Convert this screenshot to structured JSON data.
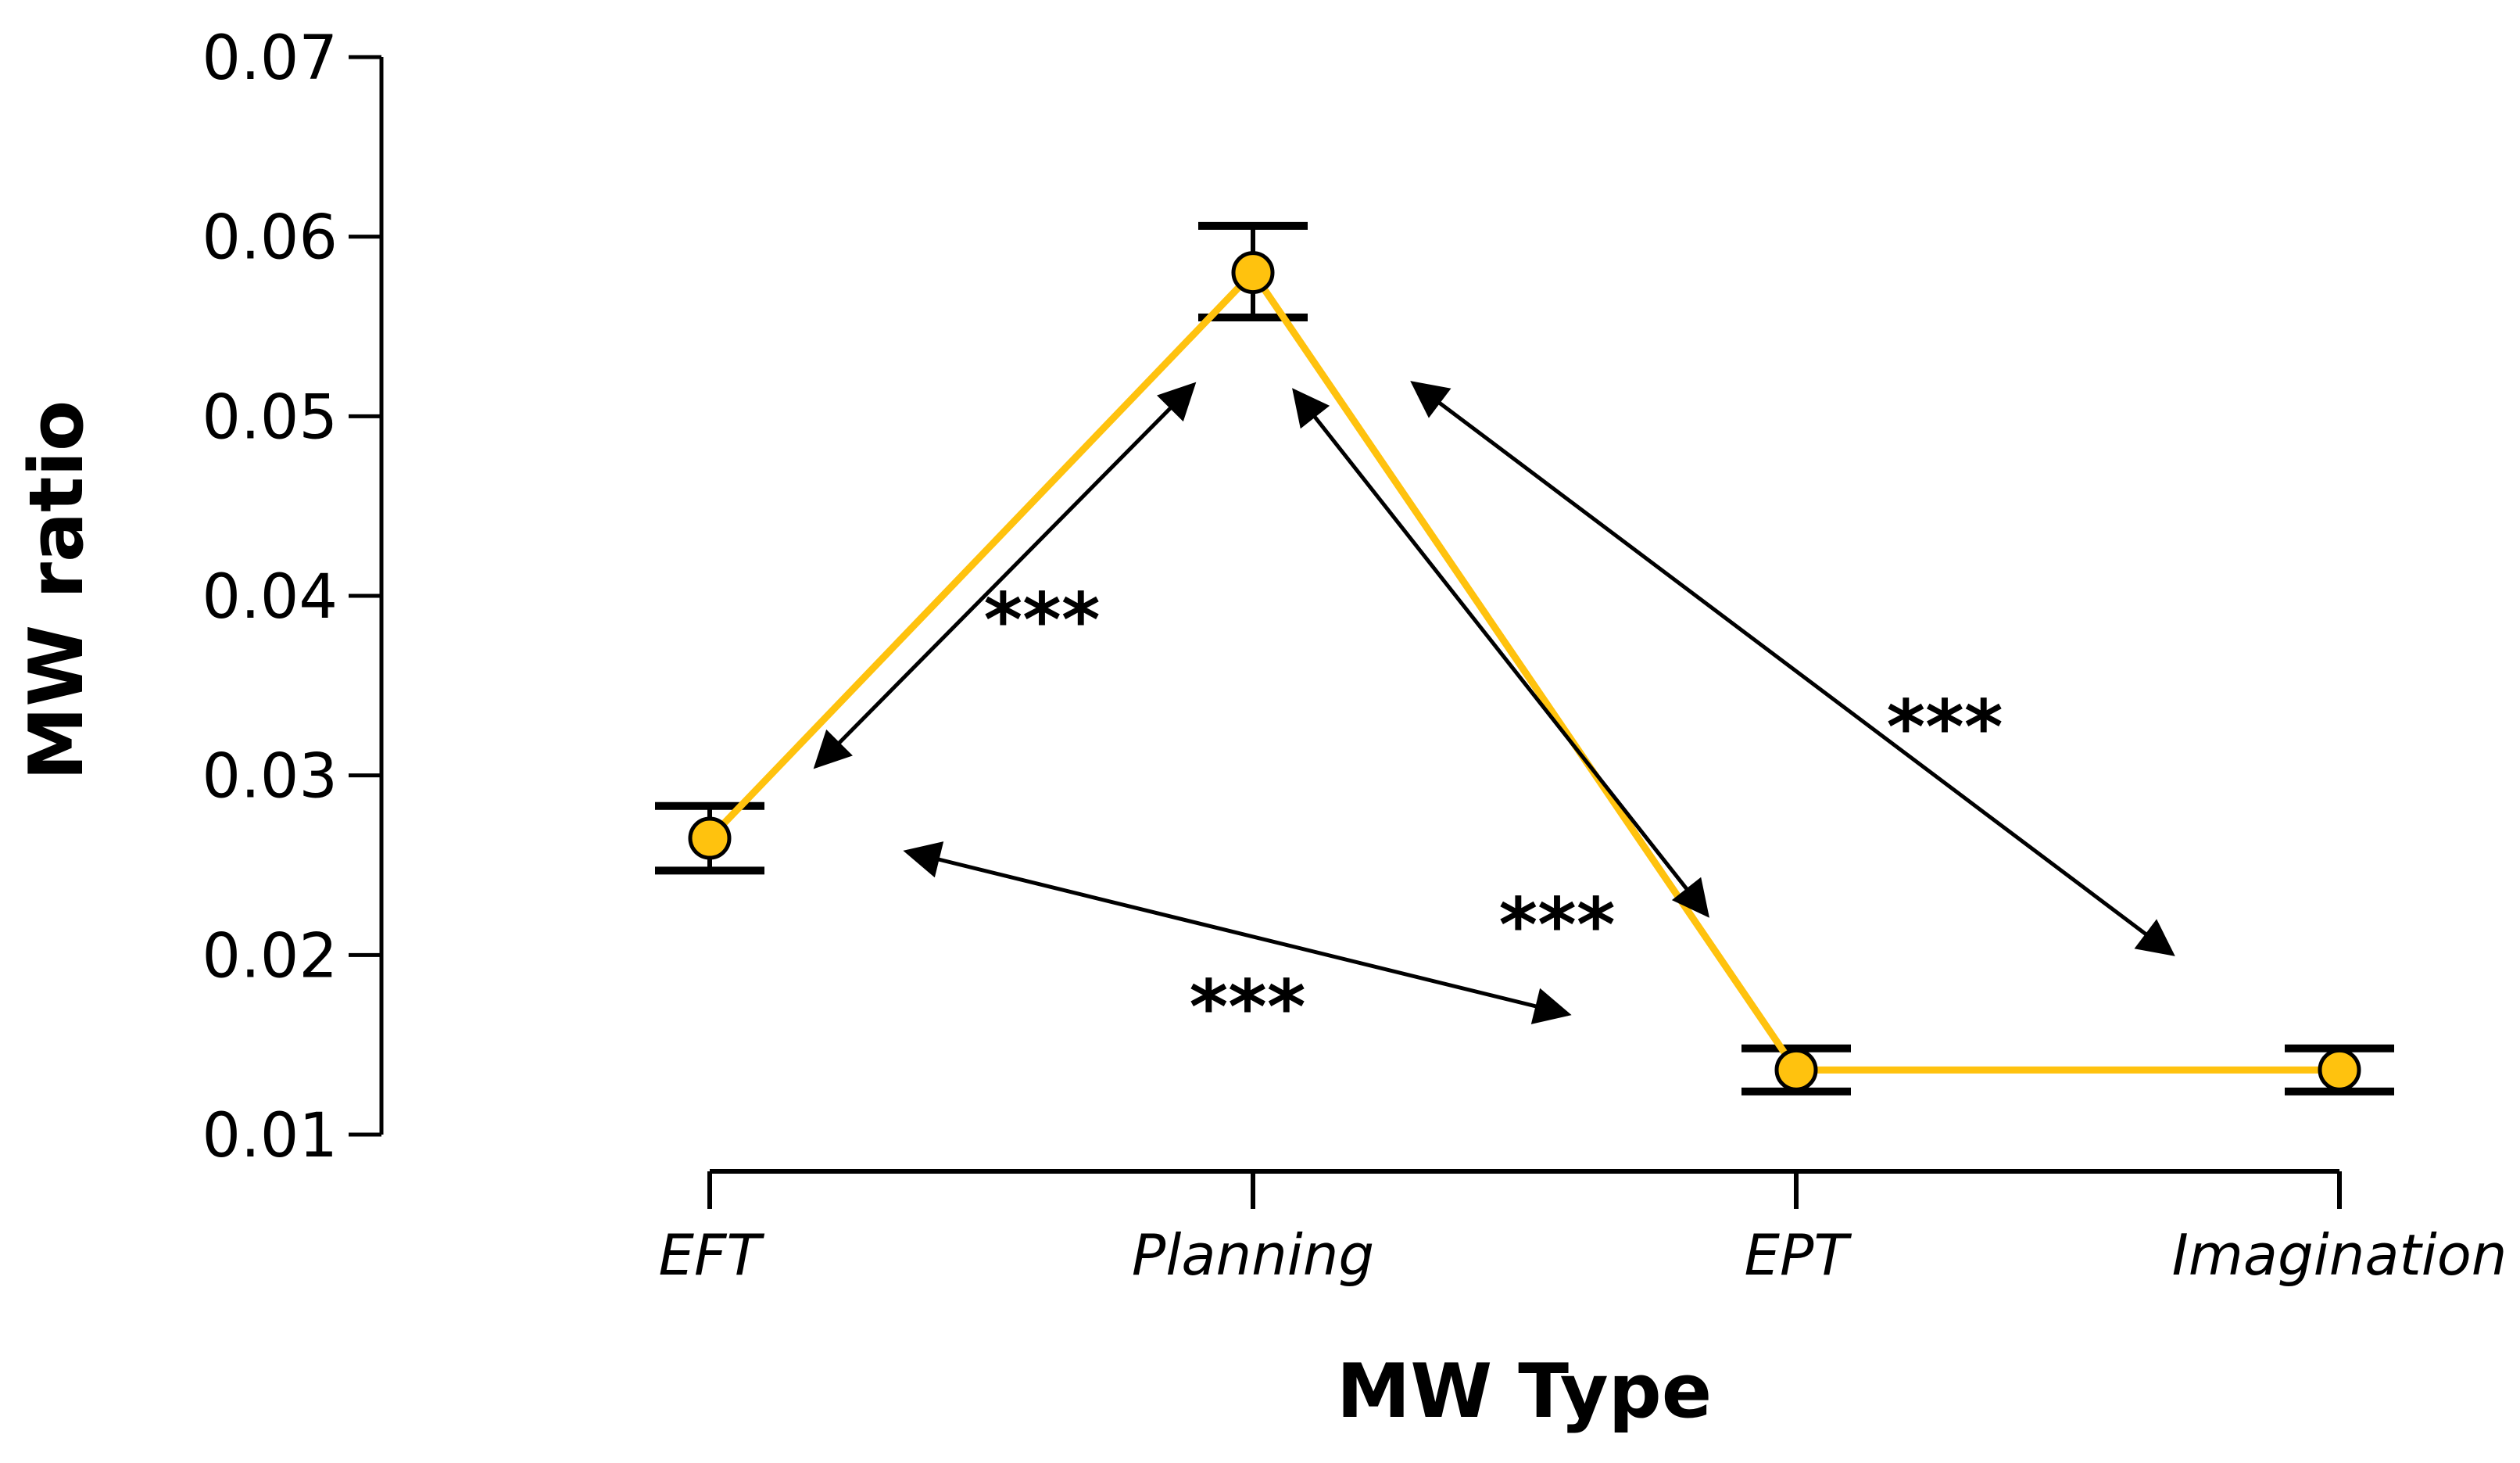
{
  "figure": {
    "background_color": "#ffffff",
    "text_color": "#000000"
  },
  "chart_data": {
    "type": "line",
    "title": "",
    "xlabel": "MW Type",
    "ylabel": "MW ratio",
    "categories": [
      "EFT",
      "Planning",
      "EPT",
      "Imagination"
    ],
    "series": [
      {
        "name": "MW ratio",
        "values": [
          0.0265,
          0.058,
          0.0136,
          0.0136
        ],
        "error_upper": [
          0.0283,
          0.0606,
          0.0148,
          0.0148
        ],
        "error_lower": [
          0.0247,
          0.0555,
          0.0124,
          0.0124
        ],
        "line_color": "#FFC20E",
        "marker": {
          "shape": "circle",
          "fill": "#FFC20E",
          "stroke": "#000000"
        }
      }
    ],
    "ylim": [
      0.01,
      0.07
    ],
    "yticks": [
      0.07,
      0.06,
      0.05,
      0.04,
      0.03,
      0.02,
      0.01
    ],
    "ytick_labels": [
      "0.07",
      "0.06",
      "0.05",
      "0.04",
      "0.03",
      "0.02",
      "0.01"
    ],
    "grid": false,
    "legend": "none",
    "annotations": [
      {
        "pair": [
          "EFT",
          "Planning"
        ],
        "label": "***",
        "style": "double-arrow"
      },
      {
        "pair": [
          "Planning",
          "EPT"
        ],
        "label": "***",
        "style": "double-arrow"
      },
      {
        "pair": [
          "EFT",
          "EPT"
        ],
        "label": "***",
        "style": "double-arrow"
      },
      {
        "pair": [
          "Planning",
          "Imagination"
        ],
        "label": "***",
        "style": "double-arrow"
      }
    ]
  }
}
